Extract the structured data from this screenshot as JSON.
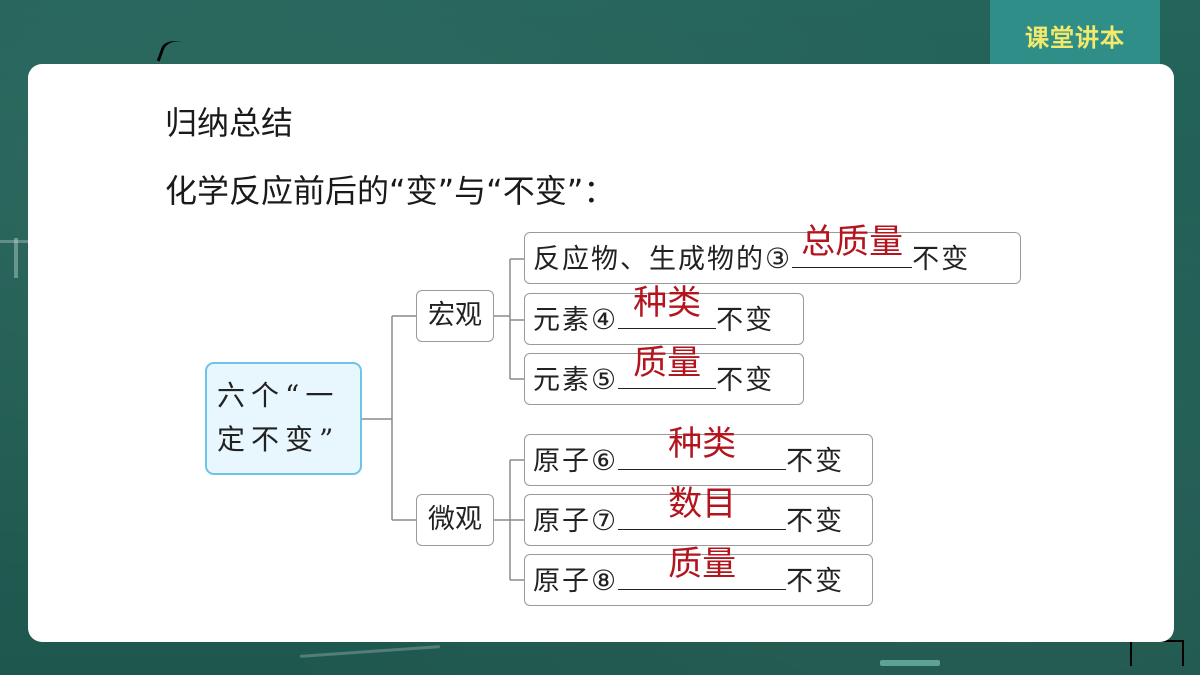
{
  "header_tag": "课堂讲本",
  "card": {
    "title": "归纳总结",
    "subtitle": "化学反应前后的“变”与“不变”："
  },
  "diagram": {
    "root": "六个“一定不变”",
    "branches": [
      {
        "label": "宏观",
        "items": [
          {
            "prefix": "反应物、生成物的",
            "num": "③",
            "answer": "总质量",
            "suffix": "不变"
          },
          {
            "prefix": "元素",
            "num": "④",
            "answer": "种类",
            "suffix": "不变"
          },
          {
            "prefix": "元素",
            "num": "⑤",
            "answer": "质量",
            "suffix": "不变"
          }
        ]
      },
      {
        "label": "微观",
        "items": [
          {
            "prefix": "原子",
            "num": "⑥",
            "answer": "种类",
            "suffix": "不变"
          },
          {
            "prefix": "原子",
            "num": "⑦",
            "answer": "数目",
            "suffix": "不变"
          },
          {
            "prefix": "原子",
            "num": "⑧",
            "answer": "质量",
            "suffix": "不变"
          }
        ]
      }
    ]
  },
  "colors": {
    "answer": "#b3141e",
    "root_border": "#6cc4e6",
    "tag_bg": "#2f8e87",
    "tag_text": "#f3e96a"
  }
}
